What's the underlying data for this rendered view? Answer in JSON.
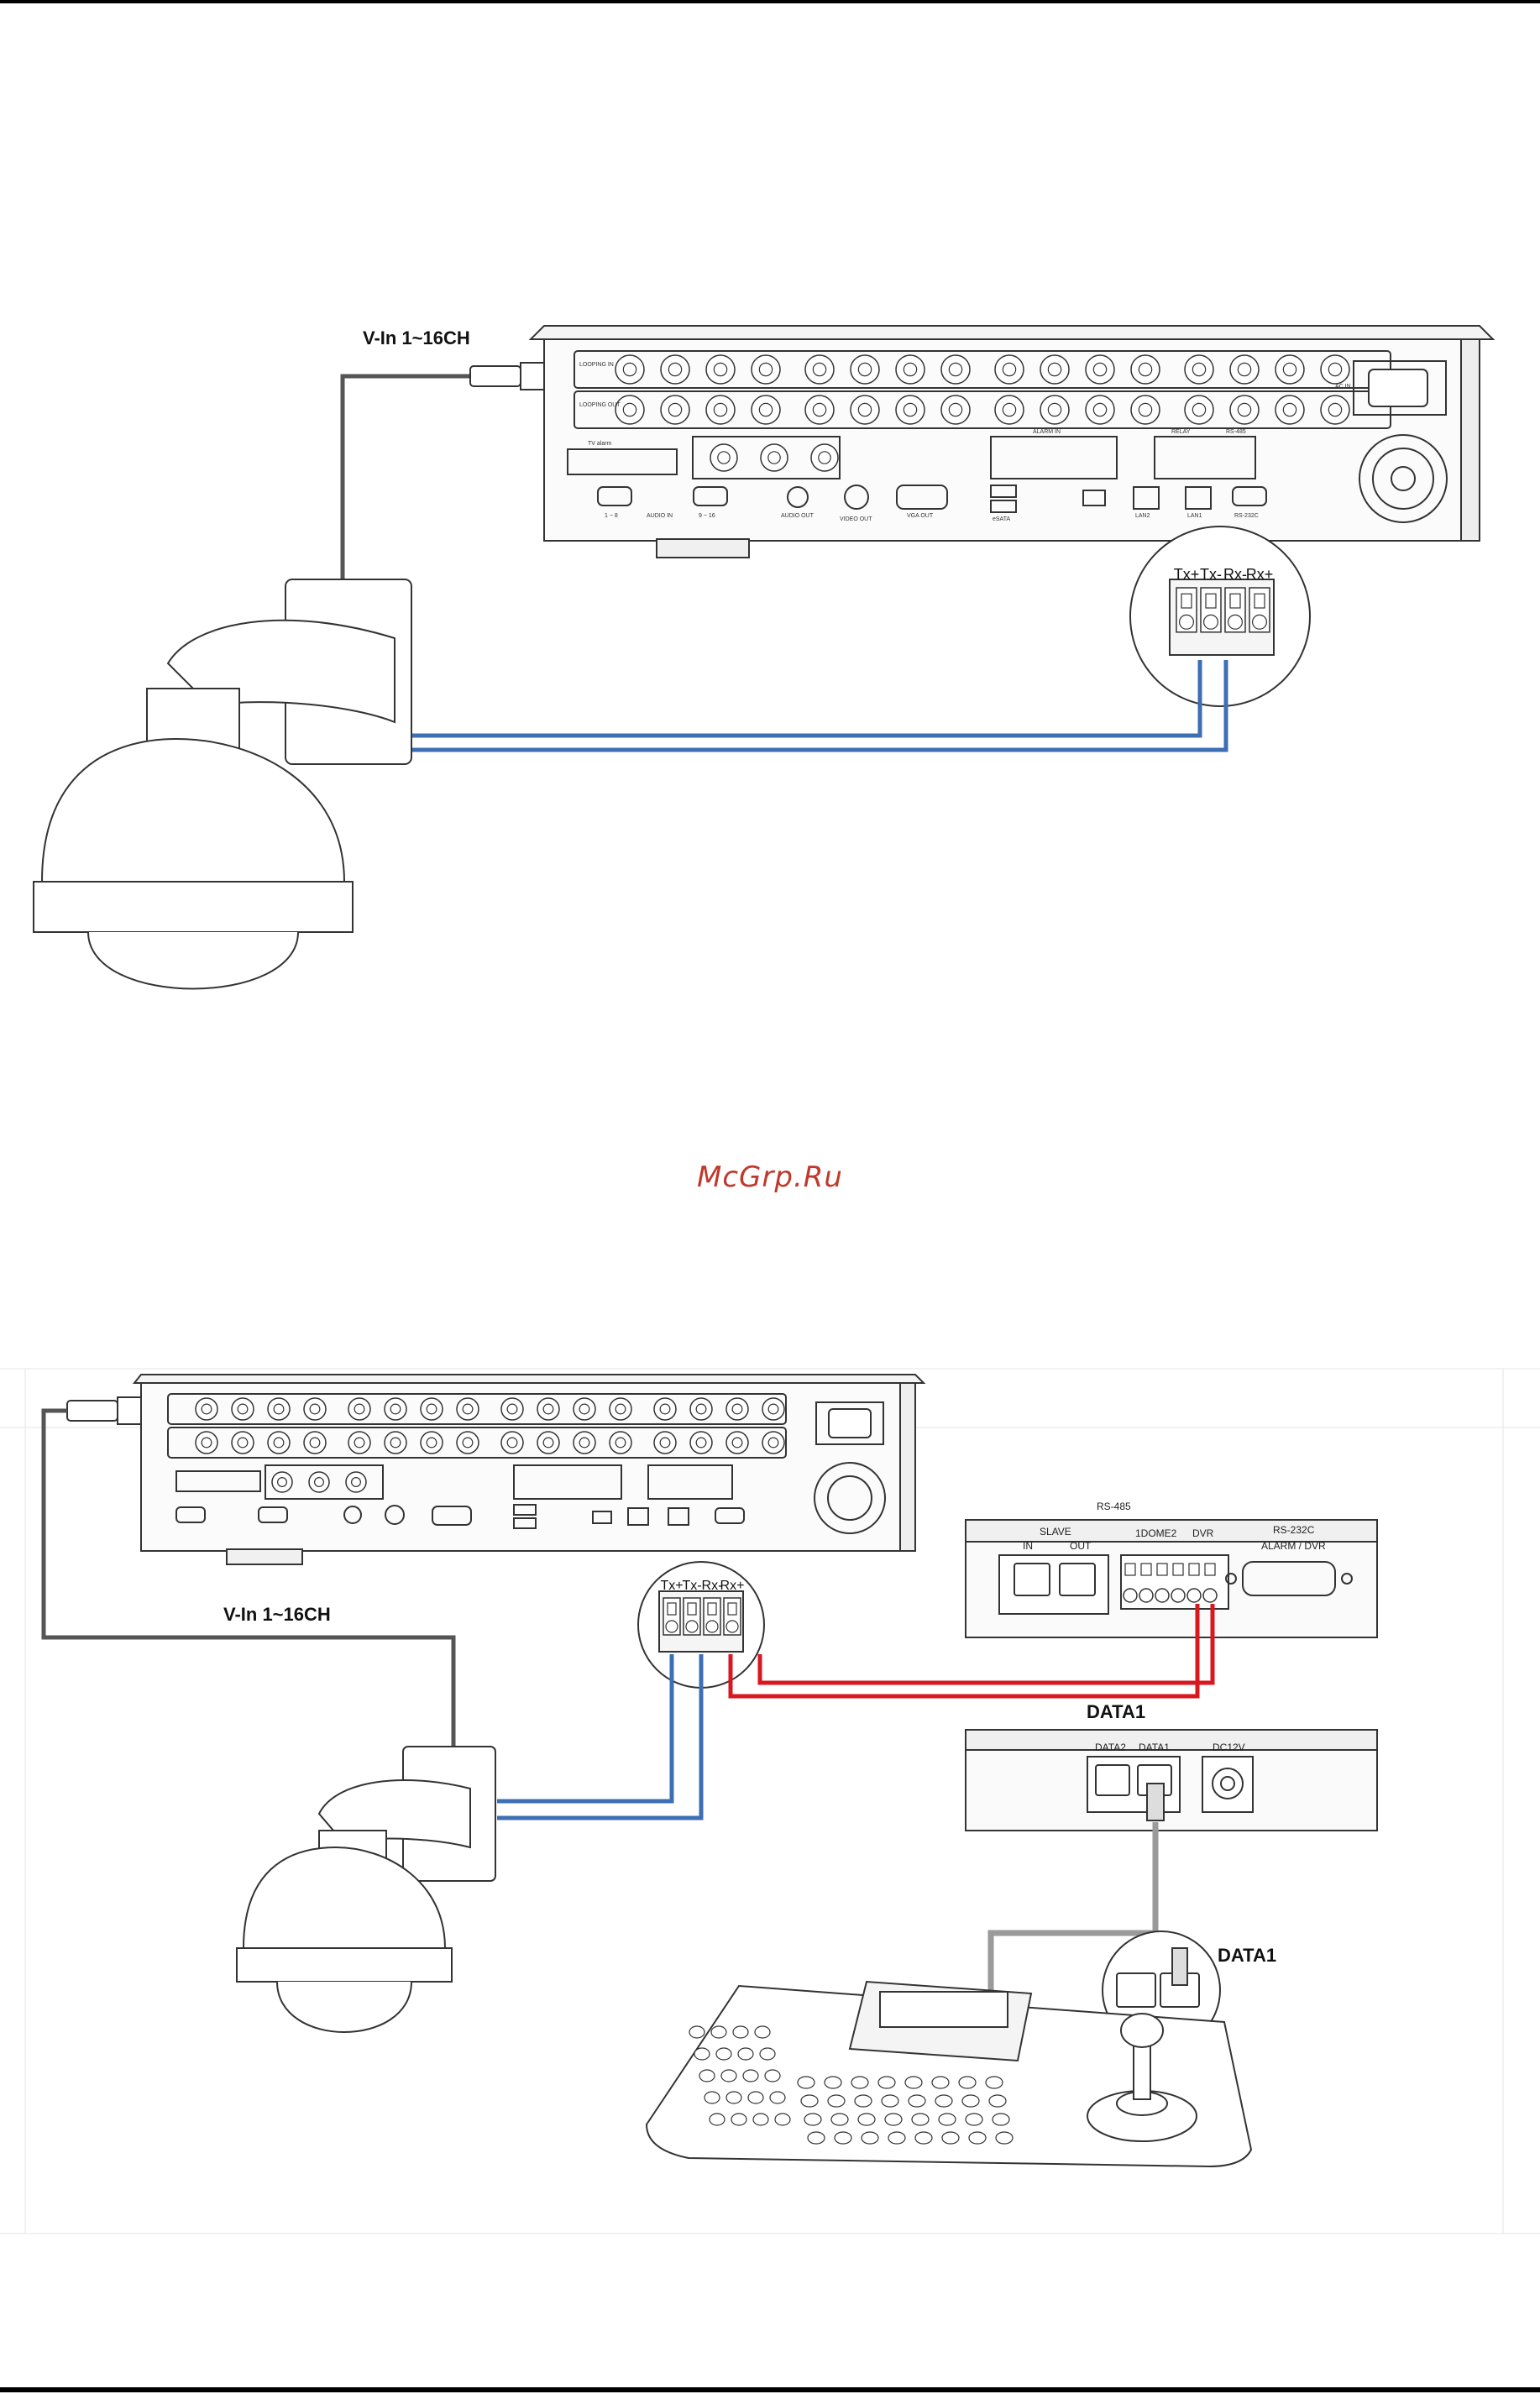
{
  "watermark": "McGrp.Ru",
  "colors": {
    "tx_cable": "#3c6fb4",
    "rx_cable": "#d8171f",
    "video_cable": "#555555",
    "data_cable": "#9a9a9a"
  },
  "diagram1": {
    "video_label": "V-In 1~16CH",
    "terminals": [
      "Tx+",
      "Tx-",
      "Rx-",
      "Rx+"
    ],
    "dvr_labels": {
      "ac_in": "AC IN",
      "alarm_in": "ALARM IN",
      "relay": "RELAY",
      "rs485": "RS-485",
      "loop_in": "LOOPING IN",
      "loop_out": "LOOPING OUT",
      "tv_alarm": "TV alarm",
      "ports": [
        "1 ~ 8",
        "AUDIO IN",
        "9 ~ 16",
        "AUDIO OUT",
        "VIDEO OUT",
        "VGA OUT",
        "eSATA",
        "LAN2",
        "LAN1",
        "RS-232C"
      ]
    }
  },
  "diagram2": {
    "video_label": "V-In 1~16CH",
    "terminals": [
      "Tx+",
      "Tx-",
      "Rx-",
      "Rx+"
    ],
    "rs485_title": "RS-485",
    "slave_label": "SLAVE",
    "in_label": "IN",
    "out_label": "OUT",
    "dome_label": "1DOME2",
    "dvr_label": "DVR",
    "rs232_label": "RS-232C",
    "alarm_dvr_label": "ALARM / DVR",
    "data1_title": "DATA1",
    "data2_port": "DATA2",
    "data1_port": "DATA1",
    "dc_label": "DC12V",
    "zoom_label": "DATA1"
  }
}
